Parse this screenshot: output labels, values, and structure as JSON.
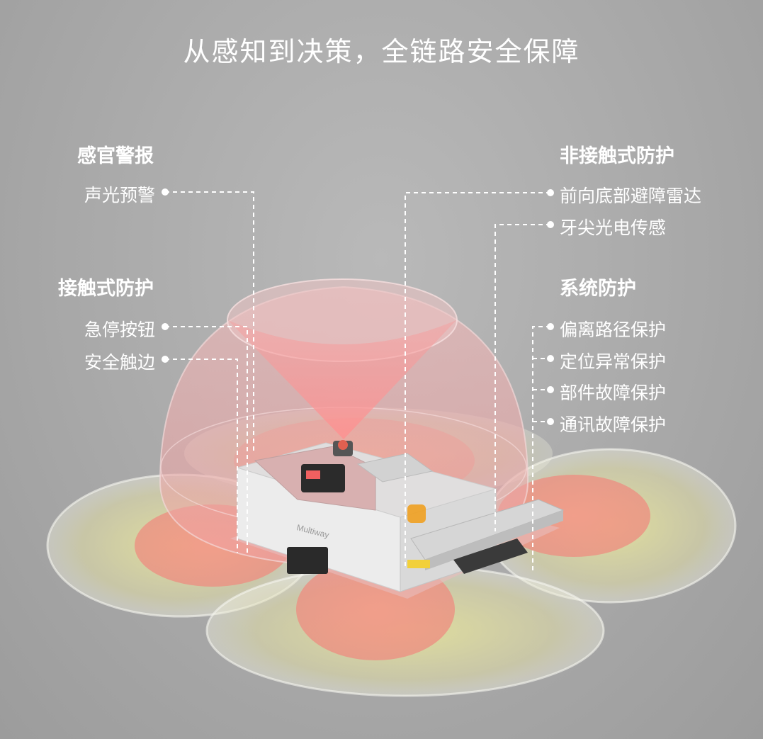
{
  "title": "从感知到决策，全链路安全保障",
  "product_logo": "Multiway",
  "left": {
    "sensory_alarm": {
      "heading": "感官警报",
      "items": [
        "声光预警"
      ]
    },
    "contact_protection": {
      "heading": "接触式防护",
      "items": [
        "急停按钮",
        "安全触边"
      ]
    }
  },
  "right": {
    "noncontact_protection": {
      "heading": "非接触式防护",
      "items": [
        "前向底部避障雷达",
        "牙尖光电传感"
      ]
    },
    "system_protection": {
      "heading": "系统防护",
      "items": [
        "偏离路径保护",
        "定位异常保护",
        "部件故障保护",
        "通讯故障保护"
      ]
    }
  },
  "colors": {
    "text": "#ffffff",
    "dome": "#e8a0a0",
    "zone_red": "#f08a80",
    "zone_yellow": "#e6e08a"
  }
}
